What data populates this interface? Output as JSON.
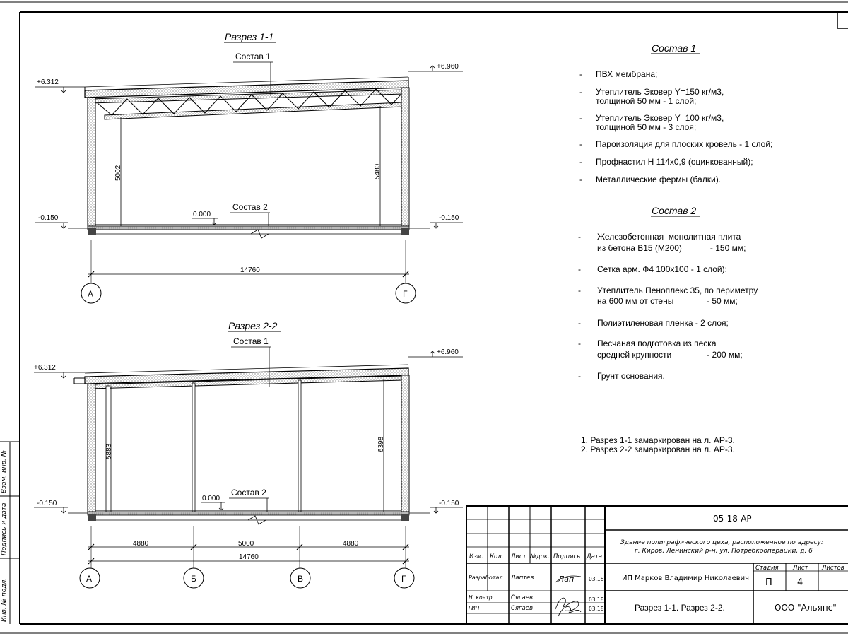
{
  "section_1": {
    "title": "Разрез 1-1",
    "sostav_1_label": "Состав 1",
    "sostav_2_label": "Состав 2",
    "level_left_top": "+6.312",
    "level_right_top": "+6.960",
    "level_left_bottom": "-0.150",
    "level_right_bottom": "-0.150",
    "level_floor": "0.000",
    "dim_height_left": "5002",
    "dim_height_right": "5480",
    "dim_overall": "14760",
    "axis_left": "А",
    "axis_right": "Г"
  },
  "section_2": {
    "title": "Разрез 2-2",
    "sostav_1_label": "Состав 1",
    "sostav_2_label": "Состав 2",
    "level_left_top": "+6.312",
    "level_right_top": "+6.960",
    "level_left_bottom": "-0.150",
    "level_right_bottom": "-0.150",
    "level_floor": "0.000",
    "dim_height_left": "5883",
    "dim_height_right": "6398",
    "dim_span_1": "4880",
    "dim_span_2": "5000",
    "dim_span_3": "4880",
    "dim_overall": "14760",
    "axis_a": "А",
    "axis_b": "Б",
    "axis_v": "В",
    "axis_g": "Г"
  },
  "composition_1": {
    "title": "Состав 1",
    "items": [
      [
        "ПВХ мембрана;"
      ],
      [
        "Утеплитель Эковер Y=150 кг/м3,",
        " толщиной 50 мм - 1 слой;"
      ],
      [
        "Утеплитель Эковер Y=100 кг/м3,",
        " толщиной 50 мм - 3 слоя;"
      ],
      [
        "Пароизоляция для плоских кровель - 1 слой;"
      ],
      [
        "Профнастил Н 114х0,9 (оцинкованный);"
      ],
      [
        "Металлические фермы (балки)."
      ]
    ]
  },
  "composition_2": {
    "title": "Состав 2",
    "items": [
      [
        "Железобетонная  монолитная плита",
        "из бетона В15 (М200)            - 150 мм;"
      ],
      [
        "Сетка арм. Ф4 100х100 - 1 слой);"
      ],
      [
        "Утеплитель Пеноплекс 35, по периметру",
        "на 600 мм от стены              - 50 мм;"
      ],
      [
        "Полиэтиленовая пленка - 2 слоя;"
      ],
      [
        "Песчаная подготовка из песка",
        "средней крупности               - 200 мм;"
      ],
      [
        "Грунт основания."
      ]
    ]
  },
  "notes": [
    "1. Разрез 1-1 замаркирован на л. АР-3.",
    "2. Разрез 2-2 замаркирован на л. АР-3."
  ],
  "title_block": {
    "code": "05-18-АР",
    "building": [
      "Здание полиграфического цеха, расположенное по адресу:",
      "г. Киров,  Ленинский р-н, ул. Потребкооперации, д. 6"
    ],
    "headers": {
      "izm": "Изм.",
      "kol": "Кол.",
      "list": "Лист",
      "ndok": "№док.",
      "podpis": "Подпись",
      "data": "Дата"
    },
    "rows": [
      {
        "role": "Разработал",
        "name": "Лаптев",
        "sign": "Лап",
        "date": "03.18"
      },
      {
        "role": "Н. контр.",
        "name": "Сягаев",
        "sign": "",
        "date": "03.18"
      },
      {
        "role": "ГИП",
        "name": "Сягаев",
        "sign": "",
        "date": "03.18"
      }
    ],
    "designer": "ИП Марков Владимир Николаевич",
    "stage_label": "Стадия",
    "sheet_label": "Лист",
    "sheets_label": "Листов",
    "stage_value": "П",
    "sheet_value": "4",
    "sheet_title": "Разрез 1-1. Разрез 2-2.",
    "company": "ООО \"Альянс\""
  },
  "side_stamp": {
    "text_1": "Взам. инв. №",
    "text_2": "Подпись и дата",
    "text_3": "Инв. № подл."
  }
}
